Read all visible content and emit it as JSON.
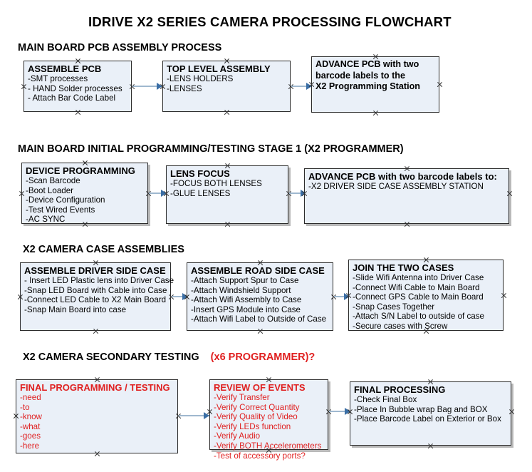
{
  "document": {
    "title": "IDRIVE X2  SERIES CAMERA PROCESSING FLOWCHART"
  },
  "theme": {
    "box_fill": "#eaf0f8",
    "box_border": "#2b2b2b",
    "connector": "#9fb8cf",
    "arrow": "#3a6ea5",
    "accent_red": "#e02020",
    "text": "#000000"
  },
  "sections": [
    {
      "id": "main-board-pcb-assembly",
      "heading": "MAIN BOARD PCB ASSEMBLY PROCESS",
      "heading_red": "",
      "boxes": [
        {
          "id": "assemble-pcb",
          "header": "ASSEMBLE PCB",
          "lines": [
            "-SMT processes",
            "- HAND Solder processes",
            "- Attach Bar Code Label"
          ]
        },
        {
          "id": "top-level-assembly",
          "header": "TOP LEVEL ASSEMBLY",
          "lines": [
            "-LENS HOLDERS",
            "-LENSES"
          ]
        },
        {
          "id": "advance-pcb-to-x2-programming-station",
          "header": "",
          "lines": [
            "ADVANCE PCB with two",
            "barcode labels to the",
            " X2 Programming Station"
          ]
        }
      ]
    },
    {
      "id": "main-board-initial-programming",
      "heading": "MAIN BOARD INITIAL PROGRAMMING/TESTING STAGE 1 (X2 PROGRAMMER)",
      "heading_red": "",
      "boxes": [
        {
          "id": "device-programming",
          "header": "DEVICE PROGRAMMING",
          "lines": [
            "-Scan Barcode",
            "-Boot Loader",
            "-Device Configuration",
            "-Test Wired Events",
            "-AC SYNC"
          ]
        },
        {
          "id": "lens-focus",
          "header": "LENS FOCUS",
          "lines": [
            "-FOCUS BOTH LENSES",
            "-GLUE LENSES"
          ]
        },
        {
          "id": "advance-pcb-to-driver-side-case",
          "header": "ADVANCE PCB with two barcode labels to:",
          "lines": [
            "-X2 DRIVER  SIDE  CASE  ASSEMBLY STATION"
          ]
        }
      ]
    },
    {
      "id": "x2-camera-case-assemblies",
      "heading": "X2 CAMERA CASE ASSEMBLIES",
      "heading_red": "",
      "boxes": [
        {
          "id": "assemble-driver-side-case",
          "header": "ASSEMBLE DRIVER SIDE CASE",
          "lines": [
            "- Insert LED Plastic lens into Driver Case",
            "-Snap LED Board with Cable into Case",
            "-Connect LED Cable to X2 Main Board",
            "-Snap Main Board into case"
          ]
        },
        {
          "id": "assemble-road-side-case",
          "header": "ASSEMBLE ROAD SIDE CASE",
          "lines": [
            "-Attach Support Spur to Case",
            "-Attach Windshield Support",
            "-Attach Wifi Assembly to Case",
            "-Insert GPS Module into Case",
            "-Attach Wifi Label to Outside of Case"
          ]
        },
        {
          "id": "join-the-two-cases",
          "header": "JOIN THE TWO CASES",
          "lines": [
            "-Slide Wifi Antenna into Driver Case",
            "-Connect Wifi Cable to Main Board",
            "-Connect GPS Cable to Main Board",
            "-Snap Cases Together",
            "-Attach S/N Label to outside of case",
            "-Secure cases with Screw"
          ]
        }
      ]
    },
    {
      "id": "x2-camera-secondary-testing",
      "heading": "X2 CAMERA SECONDARY TESTING",
      "heading_red": "(x6 PROGRAMMER)?",
      "boxes": [
        {
          "id": "final-programming-testing",
          "header": "FINAL PROGRAMMING / TESTING",
          "lines": [
            "-need",
            "-to",
            "-know",
            "-what",
            "-goes",
            "-here"
          ]
        },
        {
          "id": "review-of-events",
          "header": "REVIEW OF EVENTS",
          "lines": [
            "-Verify Transfer",
            "-Verify Correct Quantity",
            "-Verify Quality of Video",
            "-Verify LEDs function",
            "-Verify Audio",
            "-Verify BOTH Accelerometers",
            "-Test of accessory ports?"
          ]
        },
        {
          "id": "final-processing",
          "header": "FINAL PROCESSING",
          "lines": [
            "-Check Final Box",
            "-Place In Bubble wrap Bag and BOX",
            "-Place Barcode Label on Exterior or Box"
          ]
        }
      ]
    }
  ]
}
